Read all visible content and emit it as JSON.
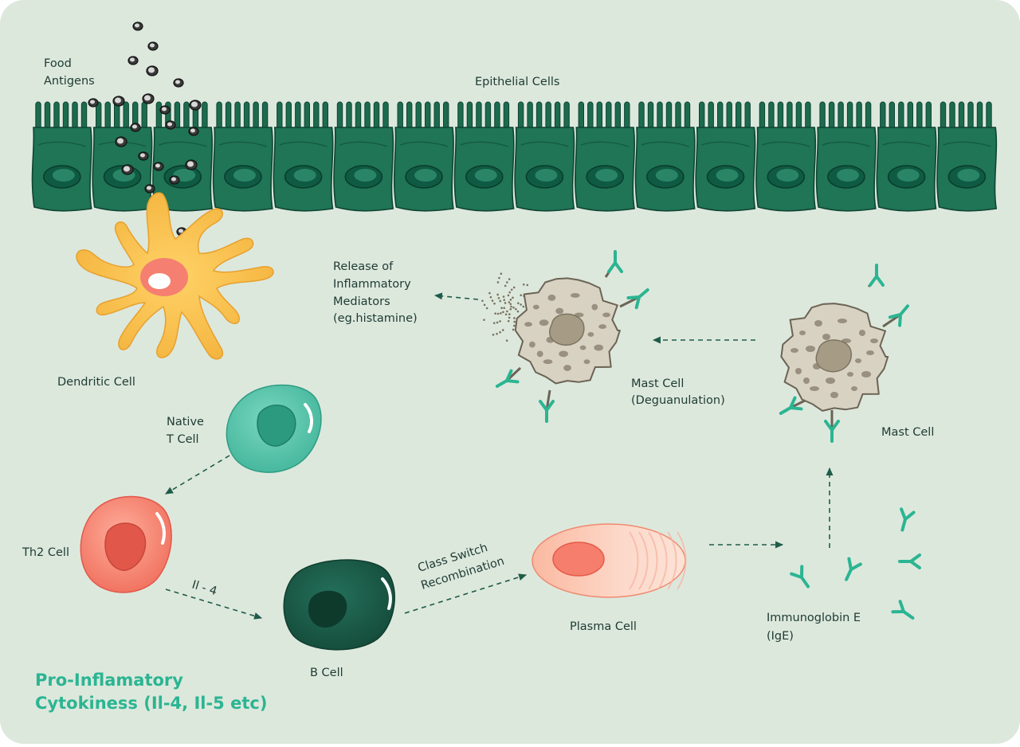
{
  "labels": {
    "food_antigens": [
      "Food",
      "Antigens"
    ],
    "epithelial_cells": "Epithelial Cells",
    "dendritic_cell": "Dendritic Cell",
    "native_t_cell": [
      "Native",
      "T Cell"
    ],
    "th2_cell": "Th2 Cell",
    "il4": "Il - 4",
    "b_cell": "B Cell",
    "class_switch": [
      "Class Switch",
      "Recombination"
    ],
    "plasma_cell": "Plasma Cell",
    "ige": [
      "Immunoglobin E",
      "(IgE)"
    ],
    "mast_cell": "Mast Cell",
    "mast_cell_degranulation": [
      "Mast Cell",
      "(Deguanulation)"
    ],
    "mediators": [
      "Release of",
      "Inflammatory",
      "Mediators",
      "(eg.histamine)"
    ]
  },
  "title": [
    "Pro-Inflamatory",
    "Cytokiness (Il-4, Il-5 etc)"
  ],
  "colors": {
    "background": "#dde8dd",
    "epithelium": "#1c6b4f",
    "dendritic": "#f5bc45",
    "naive_t": "#4fc1a8",
    "th2": "#f27a66",
    "b_cell": "#1b5a45",
    "plasma": "#f7a488",
    "mast": "#d9d3c5",
    "ige": "#2bb592",
    "title": "#2bb592"
  }
}
